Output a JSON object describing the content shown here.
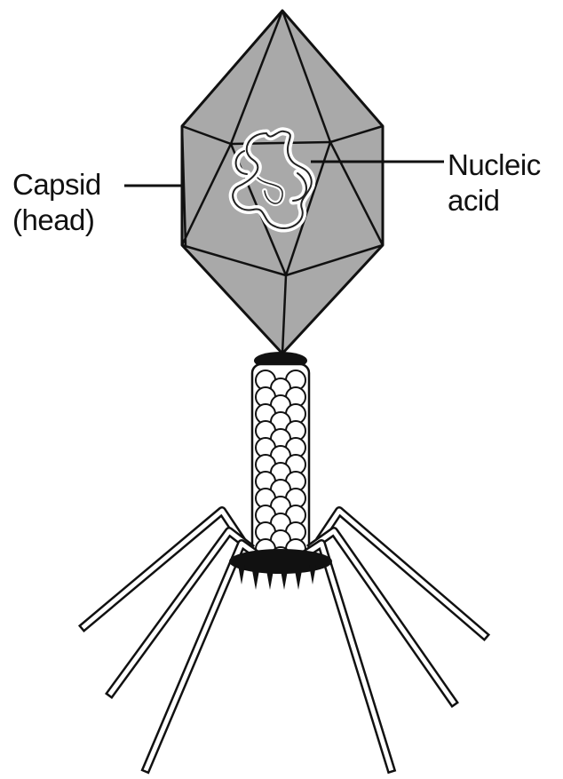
{
  "labels": {
    "capsid": {
      "line1": "Capsid",
      "line2": "(head)"
    },
    "nucleic_acid": {
      "line1": "Nucleic",
      "line2": "acid"
    }
  },
  "colors": {
    "capsid_fill": "#a9a9a9",
    "outline": "#111111",
    "tail": "#ffffff",
    "collar": "#111111",
    "background": "#ffffff"
  }
}
